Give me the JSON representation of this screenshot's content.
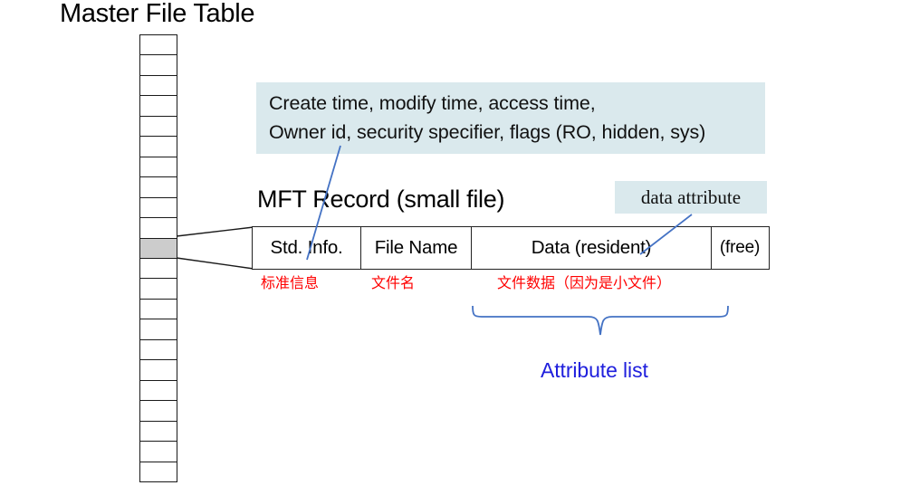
{
  "page": {
    "title": "Master File Table",
    "background_color": "#ffffff"
  },
  "colors": {
    "callout_bg": "#dae9ed",
    "selected_cell": "#cccccc",
    "annotation_red": "#ff0000",
    "pointer_blue": "#4472c4",
    "attribute_list_blue": "#2020dd",
    "outline": "#1a1a1a"
  },
  "mft_column": {
    "name": "master-file-table-column",
    "total_cells": 22,
    "selected_index": 10,
    "cells": [
      {
        "index": 0,
        "selected": false
      },
      {
        "index": 1,
        "selected": false
      },
      {
        "index": 2,
        "selected": false
      },
      {
        "index": 3,
        "selected": false
      },
      {
        "index": 4,
        "selected": false
      },
      {
        "index": 5,
        "selected": false
      },
      {
        "index": 6,
        "selected": false
      },
      {
        "index": 7,
        "selected": false
      },
      {
        "index": 8,
        "selected": false
      },
      {
        "index": 9,
        "selected": false
      },
      {
        "index": 10,
        "selected": true
      },
      {
        "index": 11,
        "selected": false
      },
      {
        "index": 12,
        "selected": false
      },
      {
        "index": 13,
        "selected": false
      },
      {
        "index": 14,
        "selected": false
      },
      {
        "index": 15,
        "selected": false
      },
      {
        "index": 16,
        "selected": false
      },
      {
        "index": 17,
        "selected": false
      },
      {
        "index": 18,
        "selected": false
      },
      {
        "index": 19,
        "selected": false
      },
      {
        "index": 20,
        "selected": false
      },
      {
        "index": 21,
        "selected": false
      }
    ]
  },
  "info_callout": {
    "line1": "Create time, modify time, access time,",
    "line2": "Owner id, security specifier, flags (RO, hidden, sys)"
  },
  "record": {
    "heading": "MFT Record (small file)",
    "cells": [
      {
        "label": "Std. Info.",
        "cn": "标准信息"
      },
      {
        "label": "File Name",
        "cn": "文件名"
      },
      {
        "label": "Data (resident)",
        "cn": "文件数据（因为是小文件）"
      },
      {
        "label": "(free)",
        "cn": ""
      }
    ]
  },
  "data_attribute_callout": {
    "label": "data attribute"
  },
  "attribute_list": {
    "label": "Attribute list"
  }
}
